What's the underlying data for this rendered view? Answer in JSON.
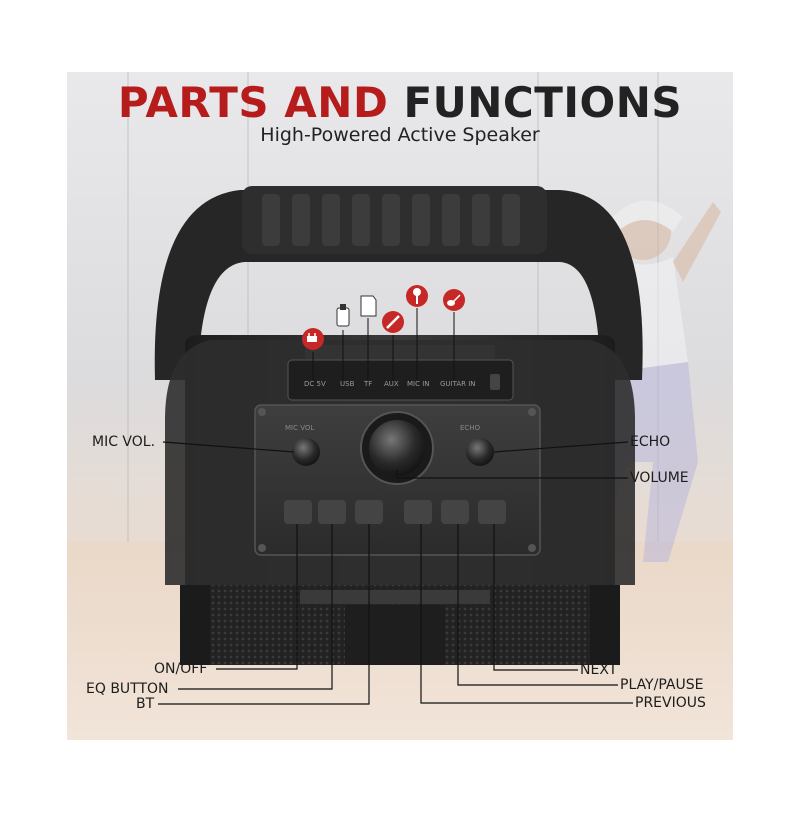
{
  "header": {
    "title_part1": "PARTS AND",
    "title_part2": "FUNCTIONS",
    "subtitle": "High-Powered Active Speaker"
  },
  "panel_labels": {
    "dc": "DC 5V",
    "usb": "USB",
    "tf": "TF",
    "aux": "AUX",
    "mic_in": "MIC IN",
    "guitar_in": "GUITAR IN",
    "mic_knob": "MIC VOL",
    "echo_knob": "ECHO"
  },
  "callouts": {
    "mic_vol": "MIC VOL.",
    "echo": "ECHO",
    "volume": "VOLUME",
    "on_off": "ON/OFF",
    "eq_button": "EQ BUTTON",
    "bt": "BT",
    "next": "NEXT",
    "play_pause": "PLAY/PAUSE",
    "previous": "PREVIOUS"
  },
  "icons": [
    "power-plug-icon",
    "usb-icon",
    "sd-card-icon",
    "aux-cable-icon",
    "microphone-icon",
    "guitar-icon"
  ],
  "colors": {
    "accent": "#b71c1c",
    "speaker_body": "#2b2b2b",
    "icon_circle": "#c62828"
  }
}
